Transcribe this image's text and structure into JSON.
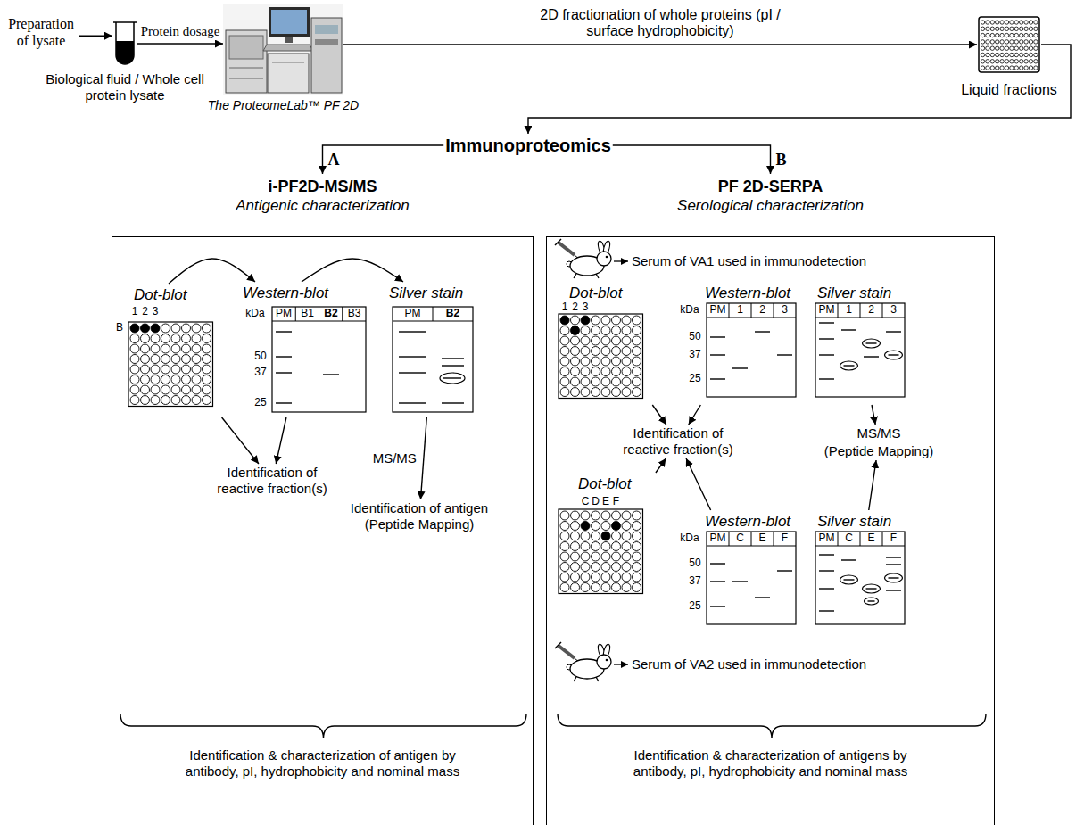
{
  "diagram": {
    "nodes": [
      {
        "text": [
          "Preparation of lysate"
        ]
      },
      {
        "text": [
          "Biological fluid / Whole cell protein lysate"
        ]
      },
      {
        "text": [
          "The ProteomeLab™ PF 2D"
        ]
      },
      {
        "text": [
          "Liquid fractions"
        ]
      },
      {
        "text": [
          "Immunoproteomics"
        ]
      },
      {
        "text": [
          "i-PF2D-MS/MS",
          "Antigenic characterization",
          "Identification & characterization of antigen by antibody, pI, hydrophobicity and nominal mass"
        ]
      },
      {
        "text": [
          "Dot-blot"
        ],
        "in": 5
      },
      {
        "text": [
          "Western-blot"
        ],
        "in": 5
      },
      {
        "text": [
          "Silver stain"
        ],
        "in": 5
      },
      {
        "text": [
          "Identification of reactive fraction(s)"
        ],
        "in": 5
      },
      {
        "text": [
          "Identification of antigen (Peptide Mapping)"
        ],
        "in": 5
      },
      {
        "text": [
          "PF 2D-SERPA",
          "Serological characterization",
          "Identification & characterization of antigens by antibody, pI, hydrophobicity and nominal mass"
        ]
      },
      {
        "text": [
          "Dot-blot"
        ],
        "in": 11
      },
      {
        "text": [
          "Western-blot"
        ],
        "in": 11
      },
      {
        "text": [
          "Silver stain"
        ],
        "in": 11
      },
      {
        "text": [
          "Identification of reactive fraction(s)"
        ],
        "in": 11
      },
      {
        "text": [
          "MS/MS",
          "(Peptide Mapping)"
        ],
        "in": 11
      },
      {
        "text": [
          "Dot-blot"
        ],
        "in": 11
      },
      {
        "text": [
          "Western-blot"
        ],
        "in": 11
      },
      {
        "text": [
          "Silver stain"
        ],
        "in": 11
      }
    ],
    "edges": [
      {
        "from": 0,
        "to": 1,
        "arrow": "to"
      },
      {
        "from": 1,
        "to": 2,
        "arrow": "to",
        "label": "Protein dosage"
      },
      {
        "from": 2,
        "to": 3,
        "arrow": "to",
        "label": "2D fractionation of whole proteins (pI / surface hydrophobicity)"
      },
      {
        "from": 3,
        "to": 4,
        "arrow": "to"
      },
      {
        "from": 4,
        "to": 5,
        "arrow": "to",
        "label": "A"
      },
      {
        "from": 4,
        "to": 11,
        "arrow": "to",
        "label": "B"
      },
      {
        "from": 6,
        "to": 7,
        "arrow": "to"
      },
      {
        "from": 7,
        "to": 8,
        "arrow": "to"
      },
      {
        "from": 6,
        "to": 9,
        "arrow": "to"
      },
      {
        "from": 7,
        "to": 9,
        "arrow": "to"
      },
      {
        "from": 8,
        "to": 10,
        "arrow": "to",
        "label": "MS/MS"
      },
      {
        "from": 12,
        "to": 15,
        "arrow": "to"
      },
      {
        "from": 13,
        "to": 15,
        "arrow": "to"
      },
      {
        "from": 14,
        "to": 16,
        "arrow": "to"
      },
      {
        "from": 17,
        "to": 15,
        "arrow": "to"
      },
      {
        "from": 18,
        "to": 15,
        "arrow": "to"
      },
      {
        "from": 19,
        "to": 16,
        "arrow": "to"
      }
    ],
    "labels": [
      "1",
      "2",
      "3",
      "B",
      "kDa",
      "PM",
      "B1",
      "B2",
      "B3",
      "50",
      "37",
      "25",
      "PM",
      "B2",
      "Serum of VA1 used in immunodetection",
      "1",
      "2",
      "3",
      "kDa",
      "PM",
      "1",
      "2",
      "3",
      "50",
      "37",
      "25",
      "PM",
      "1",
      "2",
      "3",
      "C",
      "D",
      "E",
      "F",
      "kDa",
      "PM",
      "C",
      "E",
      "F",
      "50",
      "37",
      "25",
      "PM",
      "C",
      "E",
      "F",
      "Serum of VA2 used in immunodetection"
    ]
  }
}
